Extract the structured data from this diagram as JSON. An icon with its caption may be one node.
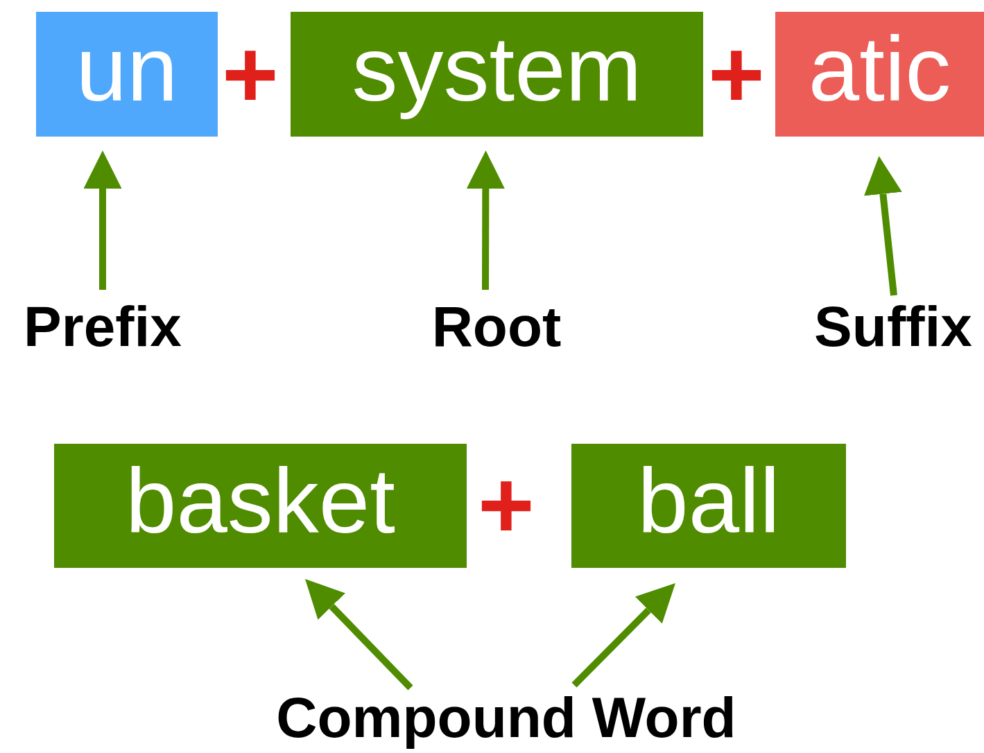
{
  "diagram": {
    "nodes": [
      {
        "text": [
          "un"
        ]
      },
      {
        "text": [
          "system"
        ]
      },
      {
        "text": [
          "atic"
        ]
      },
      {
        "text": [
          "Prefix"
        ]
      },
      {
        "text": [
          "Root"
        ]
      },
      {
        "text": [
          "Suffix"
        ]
      },
      {
        "text": [
          "basket"
        ]
      },
      {
        "text": [
          "ball"
        ]
      },
      {
        "text": [
          "Compound Word"
        ]
      }
    ],
    "edges": [
      {
        "from": 3,
        "to": 0,
        "arrow": "to"
      },
      {
        "from": 4,
        "to": 1,
        "arrow": "to"
      },
      {
        "from": 5,
        "to": 2,
        "arrow": "to"
      },
      {
        "from": 8,
        "to": 6,
        "arrow": "to"
      },
      {
        "from": 8,
        "to": 7,
        "arrow": "to"
      }
    ],
    "labels": [
      "+",
      "+",
      "+"
    ]
  }
}
